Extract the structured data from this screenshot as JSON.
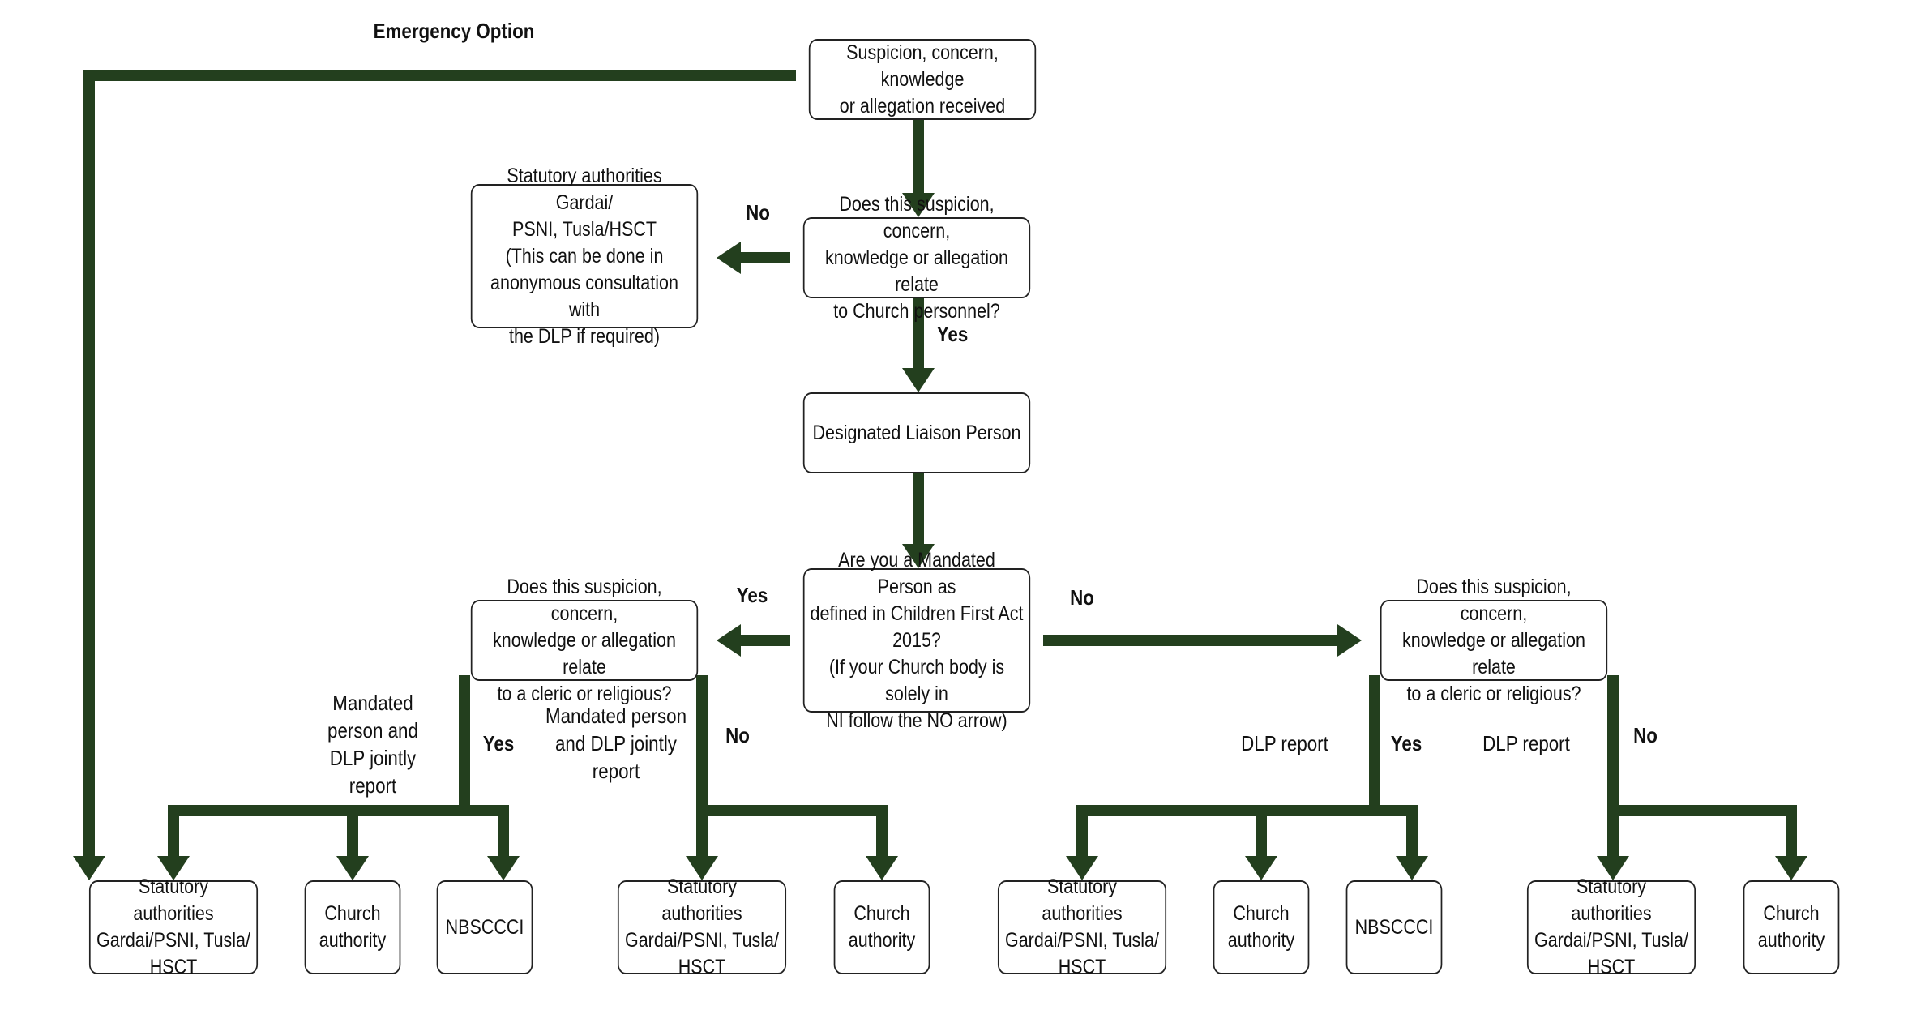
{
  "colors": {
    "arrow": "#233f1e",
    "border": "#222222"
  },
  "nodes": {
    "start": "Suspicion, concern, knowledge\nor allegation received",
    "q_church_personnel": "Does this suspicion, concern,\nknowledge or allegation relate\nto Church personnel?",
    "stat_no_church": "Statutory authorities Gardai/\nPSNI, Tusla/HSCT\n(This can be done in\nanonymous consultation with\nthe DLP if required)",
    "dlp": "Designated Liaison Person",
    "q_mandated": "Are you a Mandated Person as\ndefined in Children First Act\n2015?\n(If your Church body is solely in\nNI follow the NO arrow)",
    "q_cleric_left": "Does this suspicion, concern,\nknowledge or allegation relate\nto a cleric or religious?",
    "q_cleric_right": "Does this suspicion, concern,\nknowledge or allegation relate\nto a cleric or religious?",
    "leaf1": "Statutory authorities\nGardai/PSNI, Tusla/\nHSCT",
    "leaf2": "Church\nauthority",
    "leaf3": "NBSCCCI",
    "leaf4": "Statutory authorities\nGardai/PSNI, Tusla/\nHSCT",
    "leaf5": "Church\nauthority",
    "leaf6": "Statutory authorities\nGardai/PSNI, Tusla/\nHSCT",
    "leaf7": "Church\nauthority",
    "leaf8": "NBSCCCI",
    "leaf9": "Statutory authorities\nGardai/PSNI, Tusla/\nHSCT",
    "leaf10": "Church\nauthority"
  },
  "labels": {
    "emergency": "Emergency Option",
    "no_church": "No",
    "yes_church": "Yes",
    "yes_mandated": "Yes",
    "no_mandated": "No",
    "yes_cleric_left": "Yes",
    "no_cleric_left": "No",
    "yes_cleric_right": "Yes",
    "no_cleric_right": "No",
    "mandated_joint_1": "Mandated\nperson and\nDLP jointly\nreport",
    "mandated_joint_2": "Mandated person\nand DLP jointly\nreport",
    "dlp_report_1": "DLP report",
    "dlp_report_2": "DLP report"
  }
}
